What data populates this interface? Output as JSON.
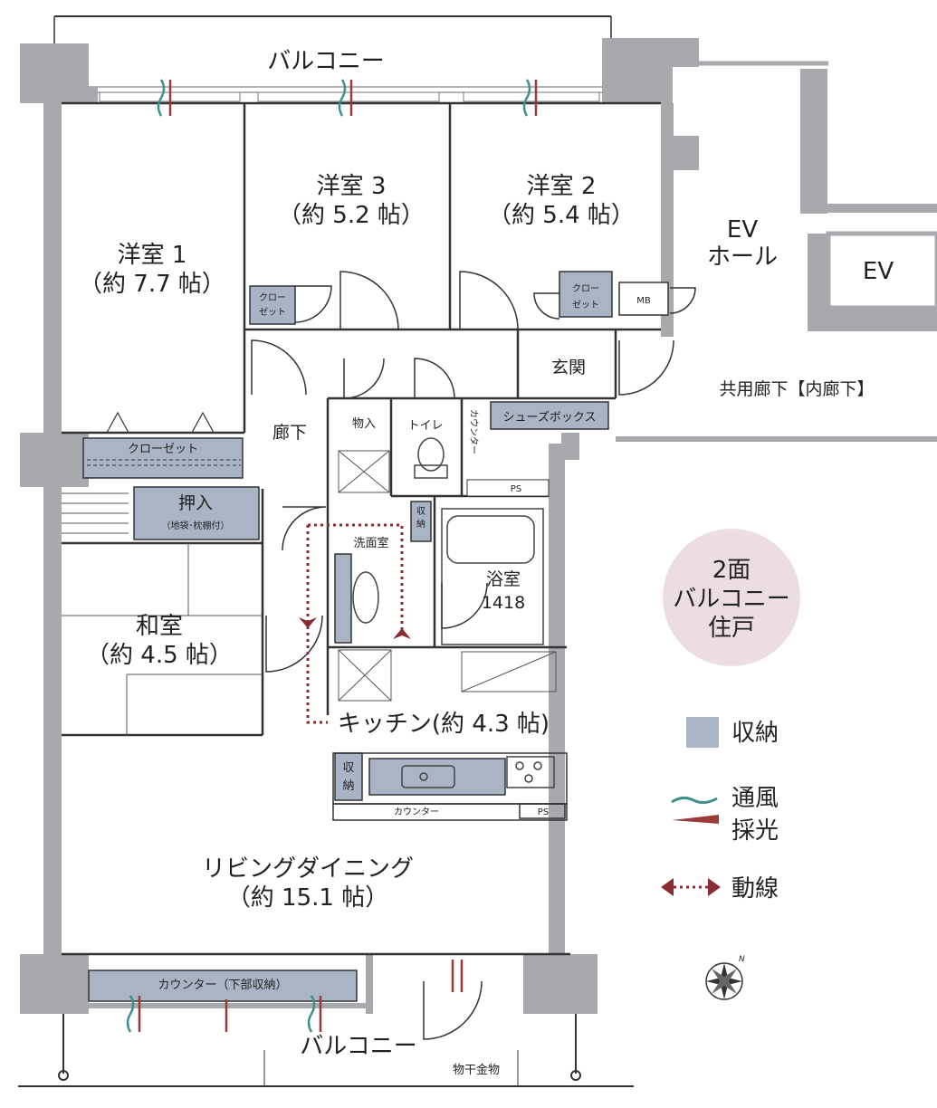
{
  "rooms": {
    "balcony_top": "バルコニー",
    "western3_name": "洋室 3",
    "western3_size": "（約 5.2 帖）",
    "western2_name": "洋室 2",
    "western2_size": "（約 5.4 帖）",
    "western1_name": "洋室 1",
    "western1_size": "（約 7.7 帖）",
    "ev_hall_line1": "EV",
    "ev_hall_line2": "ホール",
    "ev": "EV",
    "closet_small_1a": "クロー",
    "closet_small_1b": "ゼット",
    "closet_small_2a": "クロー",
    "closet_small_2b": "ゼット",
    "mb": "MB",
    "entrance": "玄関",
    "shared_corridor": "共用廊下【内廊下】",
    "closet_long": "クローゼット",
    "hallway": "廊下",
    "storage_room": "物入",
    "toilet": "トイレ",
    "counter_vertical": "カウンター",
    "shoe_box": "シューズボックス",
    "ps1": "PS",
    "oshiire": "押入",
    "oshiire_note": "（地袋･枕棚付）",
    "storage_small_a": "収",
    "storage_small_b": "納",
    "washroom": "洗面室",
    "bathroom": "浴室",
    "bathroom_size": "1418",
    "japanese_name": "和室",
    "japanese_size": "（約 4.5 帖）",
    "kitchen": "キッチン(約 4.3 帖)",
    "kitchen_storage_a": "収",
    "kitchen_storage_b": "納",
    "kitchen_counter": "カウンター",
    "ps2": "PS",
    "living_name": "リビングダイニング",
    "living_size": "（約 15.1 帖）",
    "counter_bottom": "カウンター（下部収納）",
    "balcony_bottom": "バルコニー",
    "laundry_hanger": "物干金物"
  },
  "badge": {
    "line1": "2面",
    "line2": "バルコニー",
    "line3": "住戸"
  },
  "legend": {
    "storage": "収納",
    "ventilation": "通風",
    "lighting": "採光",
    "circulation": "動線"
  },
  "compass_north": "N",
  "colors": {
    "wall": "#a7a9ac",
    "storage": "#a9b4c4",
    "badge": "#ecdde2",
    "circulation": "#8b2c32",
    "ventilation": "#3f8f8d",
    "lighting": "#9a3a3a"
  }
}
